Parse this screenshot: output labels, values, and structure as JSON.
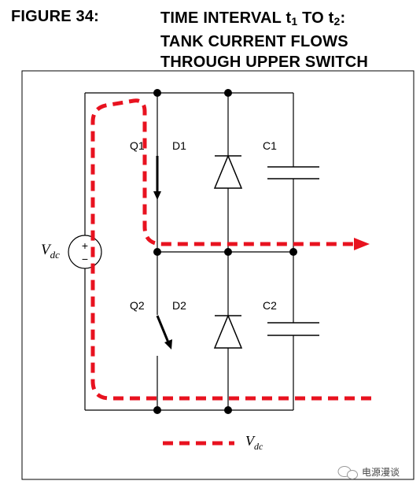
{
  "figure": {
    "label": "FIGURE 34:",
    "title_line1_pre": "TIME INTERVAL t",
    "title_line1_sub1": "1",
    "title_line1_mid": " TO t",
    "title_line1_sub2": "2",
    "title_line1_post": ":",
    "title_line2": "TANK CURRENT FLOWS",
    "title_line3": "THROUGH UPPER SWITCH"
  },
  "components": {
    "q1": "Q1",
    "d1": "D1",
    "c1": "C1",
    "q2": "Q2",
    "d2": "D2",
    "c2": "C2",
    "source_symbol": "V",
    "source_subscript": "dc",
    "plus": "+",
    "minus": "−"
  },
  "legend": {
    "symbol": "V",
    "subscript": "dc"
  },
  "watermark": {
    "text": "电源漫谈"
  },
  "colors": {
    "wire": "#000000",
    "current_path": "#e8121f"
  }
}
